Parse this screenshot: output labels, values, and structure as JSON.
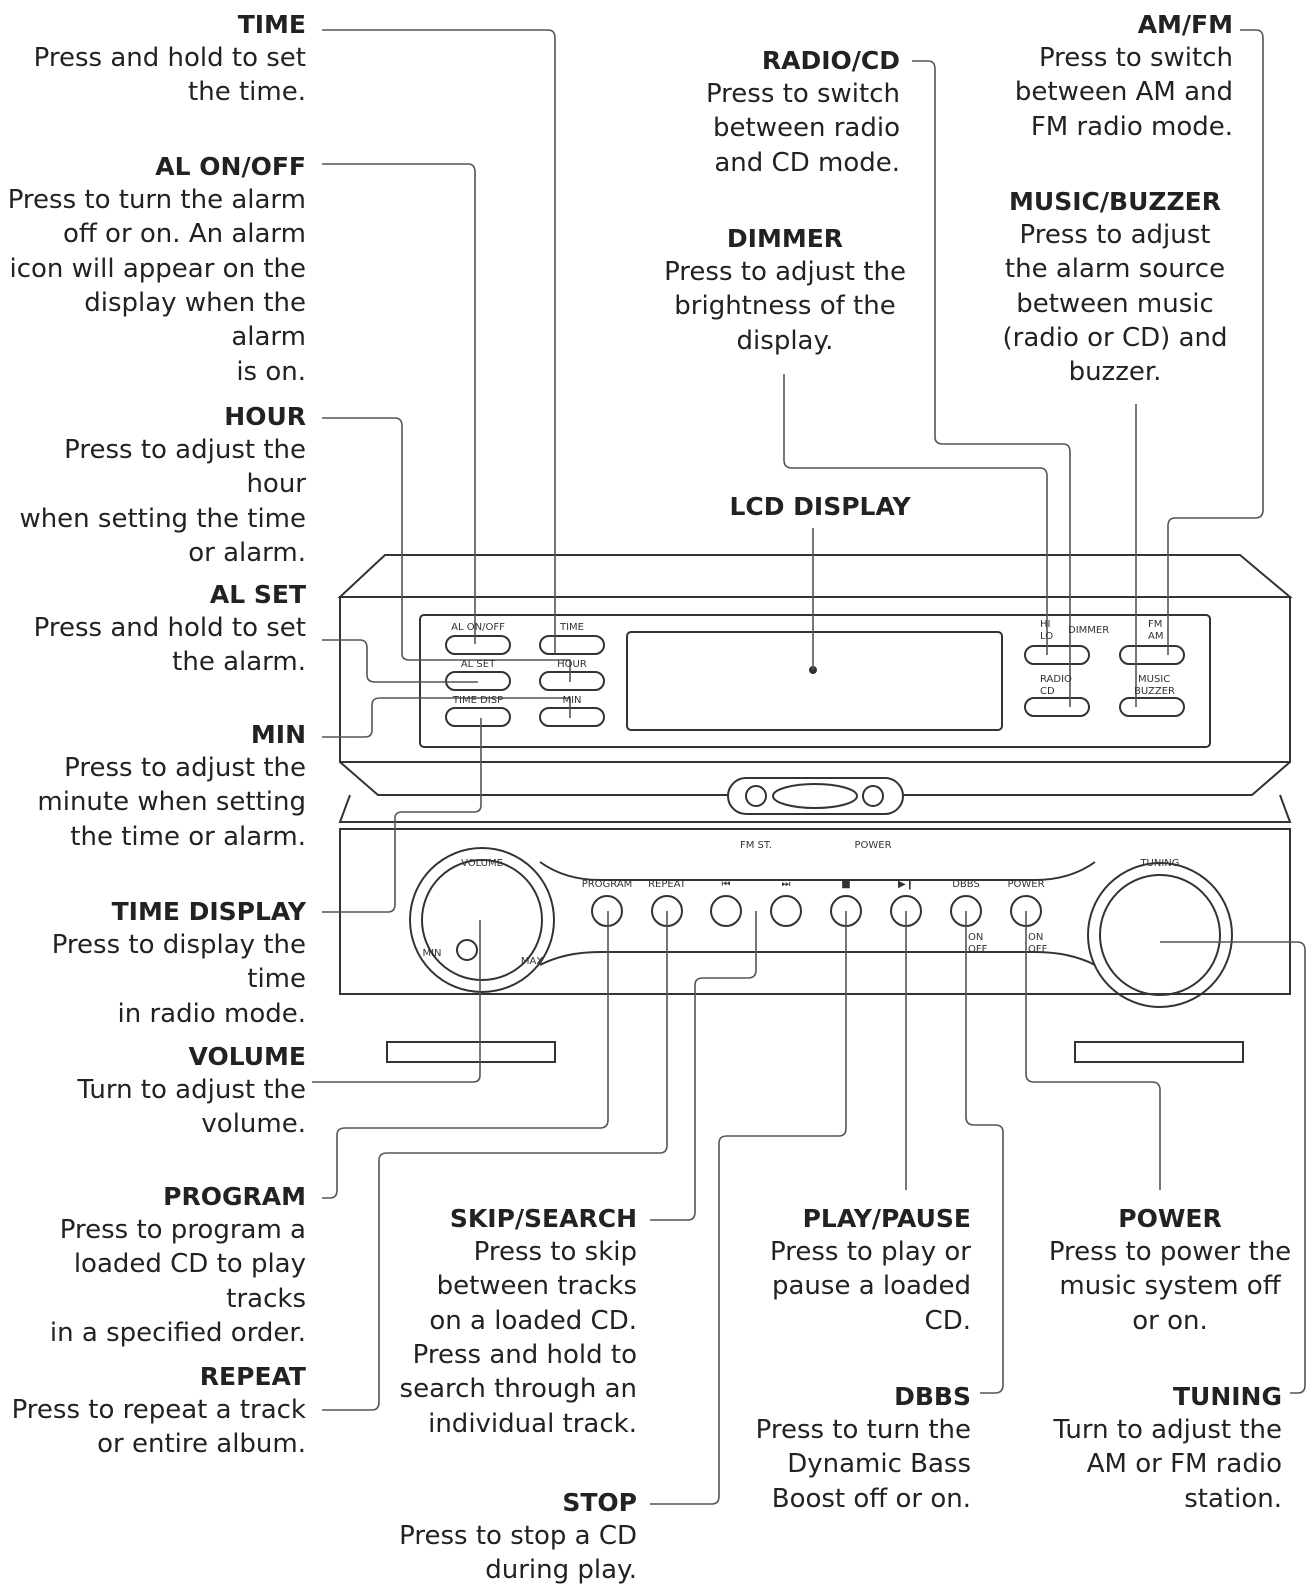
{
  "callouts": {
    "time": {
      "title": "TIME",
      "desc": "Press and hold to set\nthe time."
    },
    "al_onoff": {
      "title": "AL ON/OFF",
      "desc": "Press to turn the alarm\noff or on. An alarm\nicon will appear on the\ndisplay when the alarm\nis on."
    },
    "hour": {
      "title": "HOUR",
      "desc": "Press to adjust the hour\nwhen setting the time\nor alarm."
    },
    "al_set": {
      "title": "AL SET",
      "desc": "Press and hold to set\nthe alarm."
    },
    "min": {
      "title": "MIN",
      "desc": "Press to adjust the\nminute when setting\nthe time or alarm."
    },
    "time_display": {
      "title": "TIME DISPLAY",
      "desc": "Press to display the time\nin radio mode."
    },
    "volume": {
      "title": "VOLUME",
      "desc": "Turn to adjust the\nvolume."
    },
    "program": {
      "title": "PROGRAM",
      "desc": "Press to program a\nloaded CD to play tracks\nin a specified order."
    },
    "repeat": {
      "title": "REPEAT",
      "desc": "Press to repeat a track\nor entire album."
    },
    "radio_cd": {
      "title": "RADIO/CD",
      "desc": "Press to switch\nbetween radio\nand CD mode."
    },
    "am_fm": {
      "title": "AM/FM",
      "desc": "Press to switch\nbetween AM and\nFM radio mode."
    },
    "dimmer": {
      "title": "DIMMER",
      "desc": "Press to adjust the\nbrightness of the\ndisplay."
    },
    "music_buzzer": {
      "title": "MUSIC/BUZZER",
      "desc": "Press to adjust\nthe alarm source\nbetween music\n(radio or CD) and\nbuzzer."
    },
    "lcd_display": {
      "title": "LCD DISPLAY"
    },
    "skip_search": {
      "title": "SKIP/SEARCH",
      "desc": "Press to skip\nbetween tracks\non a loaded CD.\nPress and hold to\nsearch through an\nindividual track."
    },
    "stop": {
      "title": "STOP",
      "desc": "Press to stop a CD\nduring play."
    },
    "play_pause": {
      "title": "PLAY/PAUSE",
      "desc": "Press to play or\npause a loaded\nCD."
    },
    "dbbs": {
      "title": "DBBS",
      "desc": "Press to turn the\nDynamic Bass\nBoost off or on."
    },
    "power": {
      "title": "POWER",
      "desc": "Press to power the\nmusic system off\nor on."
    },
    "tuning": {
      "title": "TUNING",
      "desc": "Turn to adjust the\nAM or FM radio\nstation."
    }
  },
  "panel": {
    "top_buttons": {
      "al_onoff": "AL ON/OFF",
      "time": "TIME",
      "al_set": "AL SET",
      "hour": "HOUR",
      "time_disp": "TIME DISP",
      "min": "MIN",
      "dimmer": "DIMMER",
      "hi": "HI",
      "lo": "LO",
      "radio": "RADIO",
      "cd": "CD",
      "fm": "FM",
      "am": "AM",
      "music": "MUSIC",
      "buzzer": "BUZZER"
    },
    "bottom": {
      "fm_st": "FM ST.",
      "power_led": "POWER",
      "volume": "VOLUME",
      "min": "MIN",
      "max": "MAX",
      "program": "PROGRAM",
      "repeat": "REPEAT",
      "prev": "⏮",
      "next": "⏭",
      "stop": "■",
      "play": "▶❙",
      "dbbs": "DBBS",
      "power": "POWER",
      "on": "ON",
      "off": "OFF",
      "tuning": "TUNING"
    }
  }
}
